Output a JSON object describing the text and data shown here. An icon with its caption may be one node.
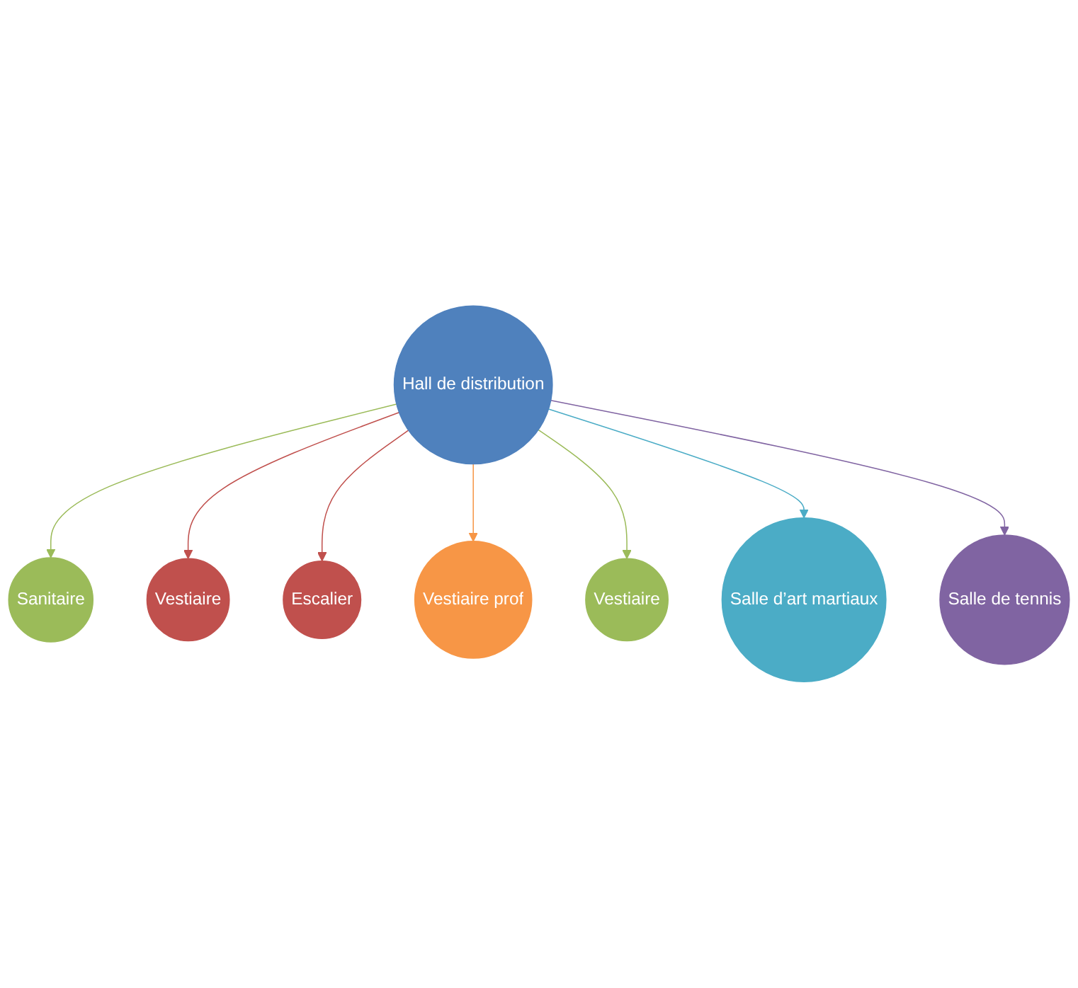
{
  "diagram": {
    "nodes": [
      {
        "text": [
          "Hall de distribution"
        ]
      },
      {
        "text": [
          "Sanitaire"
        ]
      },
      {
        "text": [
          "Vestiaire"
        ]
      },
      {
        "text": [
          "Escalier"
        ]
      },
      {
        "text": [
          "Vestiaire prof"
        ]
      },
      {
        "text": [
          "Vestiaire"
        ]
      },
      {
        "text": [
          "Salle d’art martiaux"
        ]
      },
      {
        "text": [
          "Salle de tennis"
        ]
      }
    ],
    "edges": [
      {
        "from": 0,
        "to": 1,
        "arrow": "to",
        "color": "#9bbb59"
      },
      {
        "from": 0,
        "to": 2,
        "arrow": "to",
        "color": "#c0504d"
      },
      {
        "from": 0,
        "to": 3,
        "arrow": "to",
        "color": "#c0504d"
      },
      {
        "from": 0,
        "to": 4,
        "arrow": "to",
        "color": "#f79646"
      },
      {
        "from": 0,
        "to": 5,
        "arrow": "to",
        "color": "#9bbb59"
      },
      {
        "from": 0,
        "to": 6,
        "arrow": "to",
        "color": "#4bacc6"
      },
      {
        "from": 0,
        "to": 7,
        "arrow": "to",
        "color": "#8064a2"
      }
    ]
  }
}
